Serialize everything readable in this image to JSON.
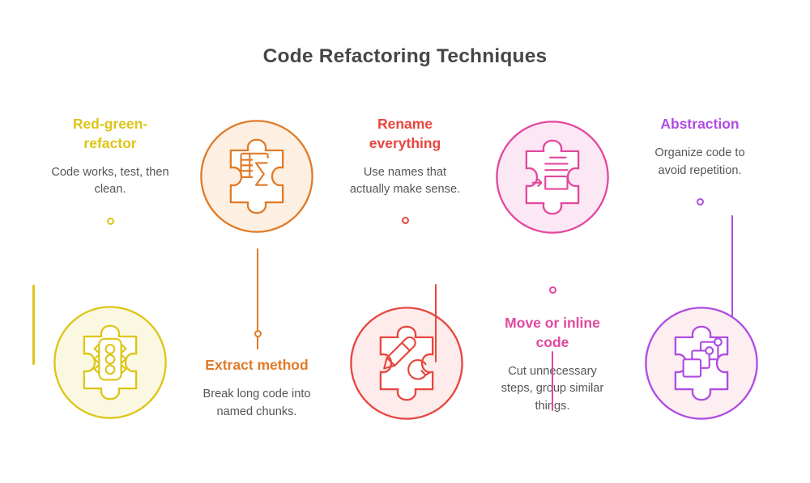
{
  "title": "Code Refactoring Techniques",
  "theme": {
    "background": "#ffffff",
    "title_color": "#474747",
    "body_text_color": "#54565a"
  },
  "items": [
    {
      "name": "red-green-refactor",
      "label": "Red-green-\nrefactor",
      "desc": "Code works, test, then\nclean.",
      "color": "#ddc517",
      "fill": "#fbf8e2",
      "icon": "traffic-light-icon"
    },
    {
      "name": "extract-method",
      "label": "Extract method",
      "desc": "Break long code into\nnamed chunks.",
      "color": "#e07b28",
      "fill": "#fdf0e2",
      "icon": "table-sum-icon"
    },
    {
      "name": "rename-everything",
      "label": "Rename\neverything",
      "desc": "Use names that\nactually make sense.",
      "color": "#e8463e",
      "fill": "#fdeceb",
      "icon": "pencil-refresh-icon"
    },
    {
      "name": "move-or-inline-code",
      "label": "Move or inline\ncode",
      "desc": "Cut unnecessary\nsteps, group similar\nthings.",
      "color": "#e2489f",
      "fill": "#fce8f4",
      "icon": "document-move-icon"
    },
    {
      "name": "abstraction",
      "label": "Abstraction",
      "desc": "Organize code to\navoid repetition.",
      "color": "#af4ce4",
      "fill": "#fdeef1",
      "icon": "layered-squares-icon"
    }
  ]
}
